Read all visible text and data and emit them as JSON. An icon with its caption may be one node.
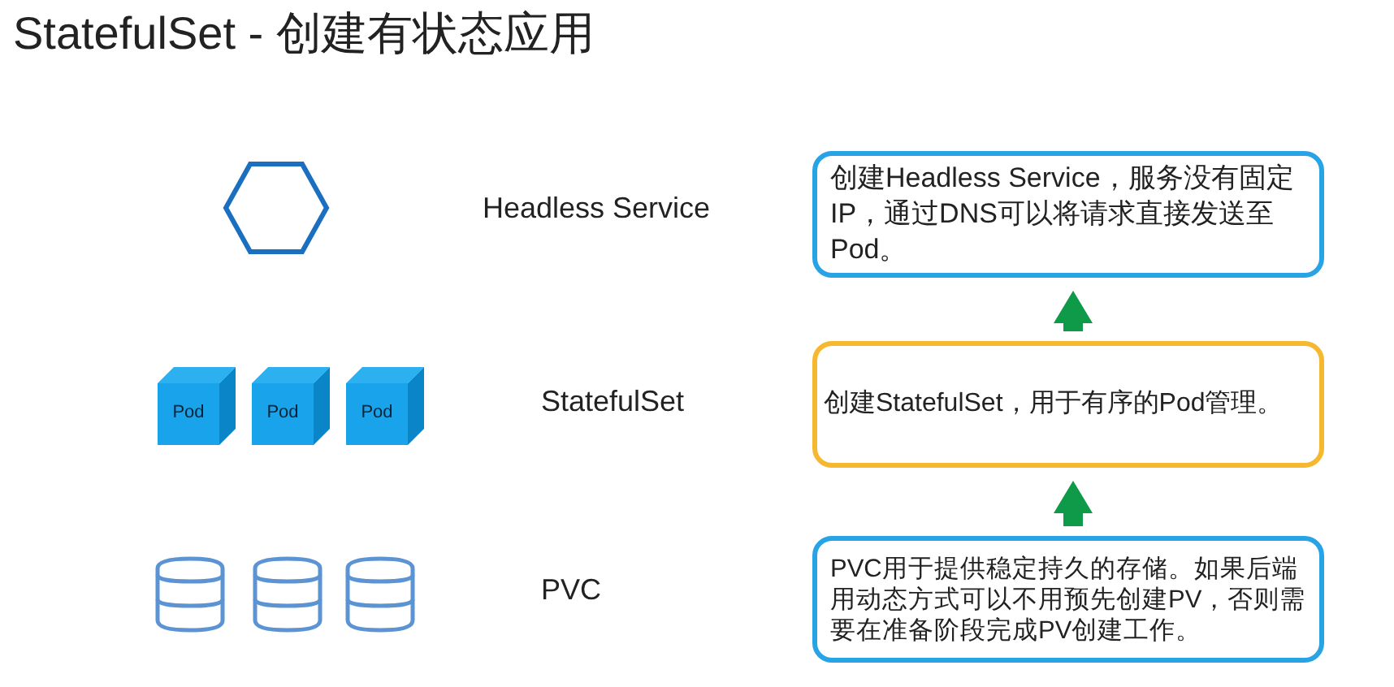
{
  "diagram": {
    "title": "StatefulSet - 创建有状态应用",
    "nodes": [
      {
        "text": [
          "创建Headless Service，服务没有固定IP，通过DNS可以将请求直接发送至Pod。"
        ]
      },
      {
        "text": [
          "Pod"
        ]
      },
      {
        "text": [
          "Pod"
        ]
      },
      {
        "text": [
          "Pod"
        ]
      },
      {
        "text": [
          "创建StatefulSet，用于有序的Pod管理。"
        ]
      },
      {
        "text": [
          "PVC用于提供稳定持久的存储。如果后端用动态方式可以不用预先创建PV，否则需要在准备阶段完成PV创建工作。"
        ]
      }
    ],
    "edges": [
      {
        "from": 5,
        "to": 4,
        "arrow": "to"
      },
      {
        "from": 4,
        "to": 0,
        "arrow": "to"
      }
    ],
    "labels": [
      "Headless Service",
      "StatefulSet",
      "PVC"
    ]
  }
}
